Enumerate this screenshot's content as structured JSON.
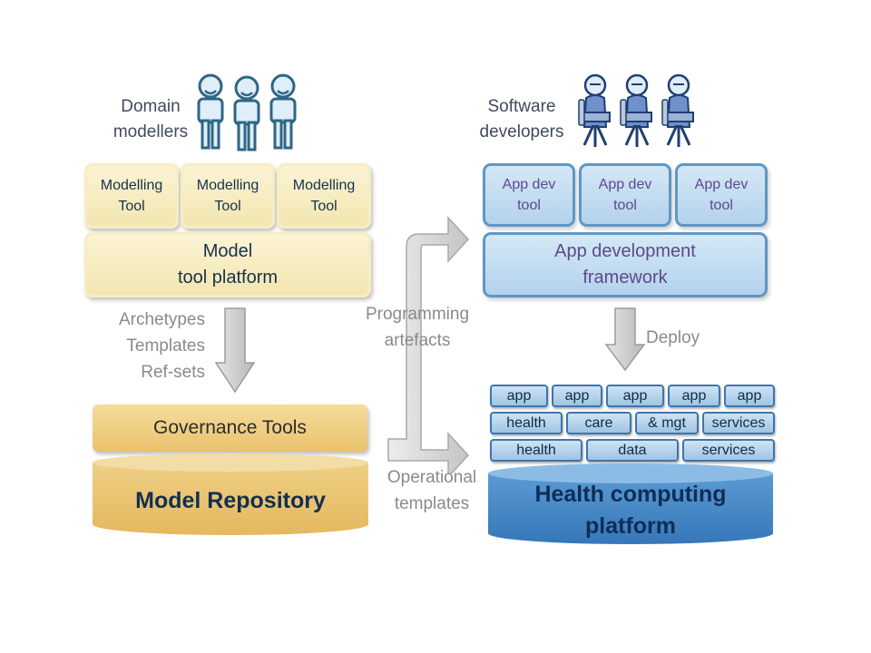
{
  "left": {
    "actors_label": "Domain\nmodellers",
    "tools": [
      "Modelling\nTool",
      "Modelling\nTool",
      "Modelling\nTool"
    ],
    "platform_label": "Model\ntool platform",
    "flow_label": "Archetypes\nTemplates\nRef-sets",
    "governance_label": "Governance Tools",
    "repository_label": "Model Repository"
  },
  "right": {
    "actors_label": "Software\ndevelopers",
    "tools": [
      "App dev\ntool",
      "App dev\ntool",
      "App dev\ntool"
    ],
    "framework_label": "App development\nframework",
    "deploy_label": "Deploy",
    "apps": [
      "app",
      "app",
      "app",
      "app",
      "app"
    ],
    "row2": [
      "health",
      "care",
      "& mgt",
      "services"
    ],
    "row3": [
      "health",
      "data",
      "services"
    ],
    "platform_label": "Health computing\nplatform"
  },
  "middle": {
    "programming_label": "Programming\nartefacts",
    "operational_label": "Operational\ntemplates"
  },
  "colors": {
    "yellow_box": "#f2e6b0",
    "blue_box": "#b3d2ec",
    "gold_cylinder": "#e9c26c",
    "blue_cylinder": "#4a8cc8",
    "arrow_grey": "#c8c8c8"
  }
}
